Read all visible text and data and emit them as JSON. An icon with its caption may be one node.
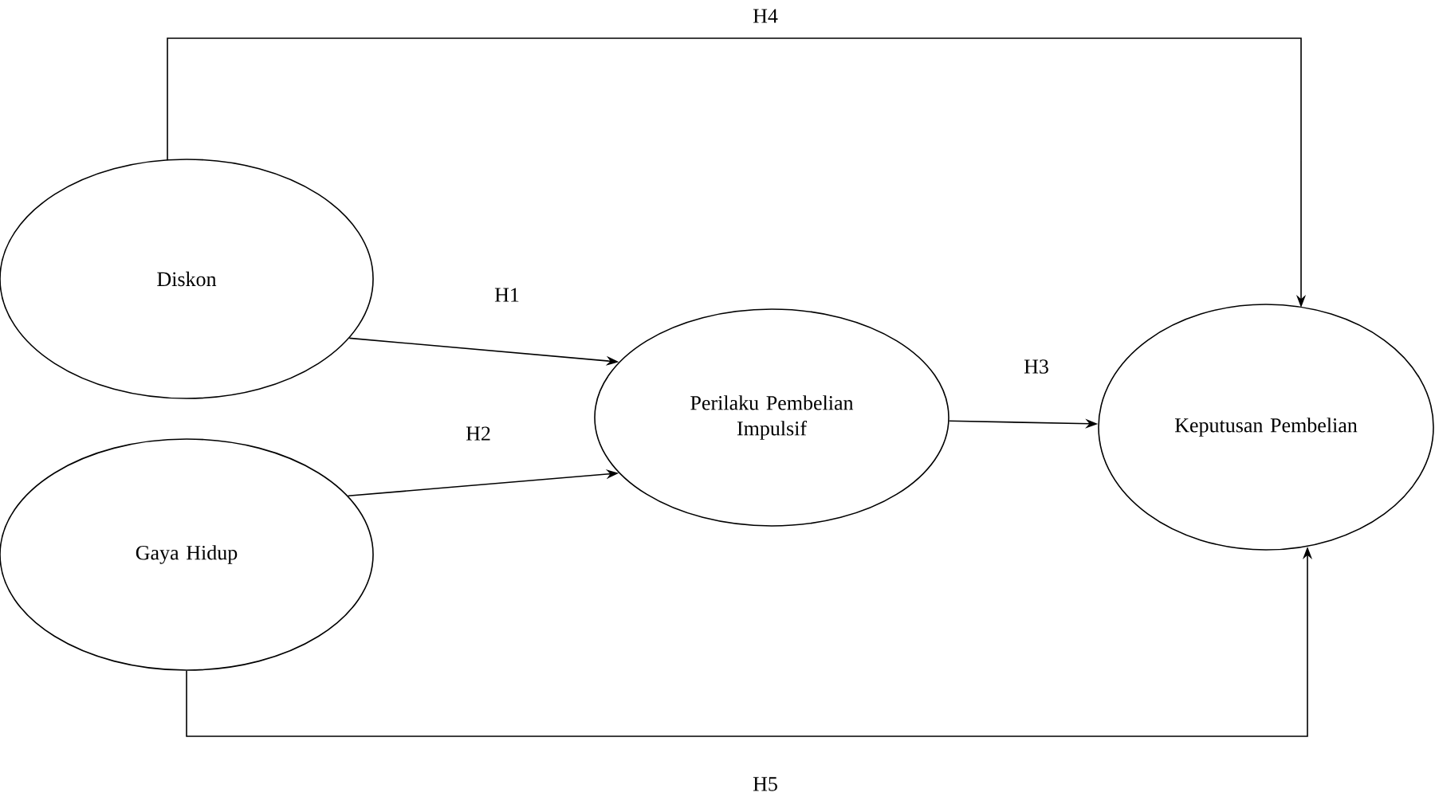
{
  "diagram": {
    "nodes": [
      {
        "text": [
          "Diskon"
        ]
      },
      {
        "text": [
          "Gaya Hidup"
        ]
      },
      {
        "text": [
          "Perilaku Pembelian Impulsif"
        ]
      },
      {
        "text": [
          "Keputusan Pembelian"
        ]
      }
    ],
    "edges": [
      {
        "from": 0,
        "to": 2,
        "arrow": "to",
        "label": "H1"
      },
      {
        "from": 1,
        "to": 2,
        "arrow": "to",
        "label": "H2"
      },
      {
        "from": 2,
        "to": 3,
        "arrow": "to",
        "label": "H3"
      },
      {
        "from": 0,
        "to": 3,
        "arrow": "to",
        "label": "H4"
      },
      {
        "from": 1,
        "to": 3,
        "arrow": "to",
        "label": "H5"
      }
    ]
  }
}
